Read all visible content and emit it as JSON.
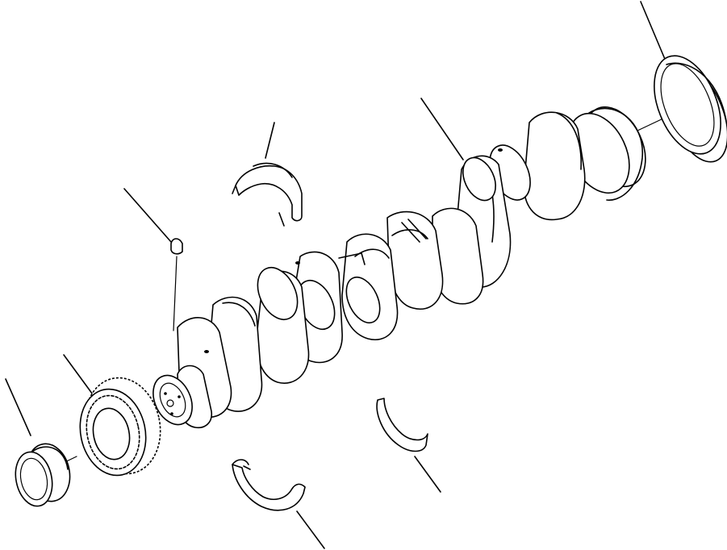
{
  "diagram": {
    "kind": "exploded-parts-view",
    "parts": [
      "crankshaft",
      "rear-seal",
      "front-seal",
      "crank-gear",
      "woodruff-key",
      "upper-main-bearing",
      "lower-main-bearing",
      "thrust-washer"
    ],
    "colors": {
      "ink": "#000000",
      "paper": "#ffffff"
    }
  }
}
